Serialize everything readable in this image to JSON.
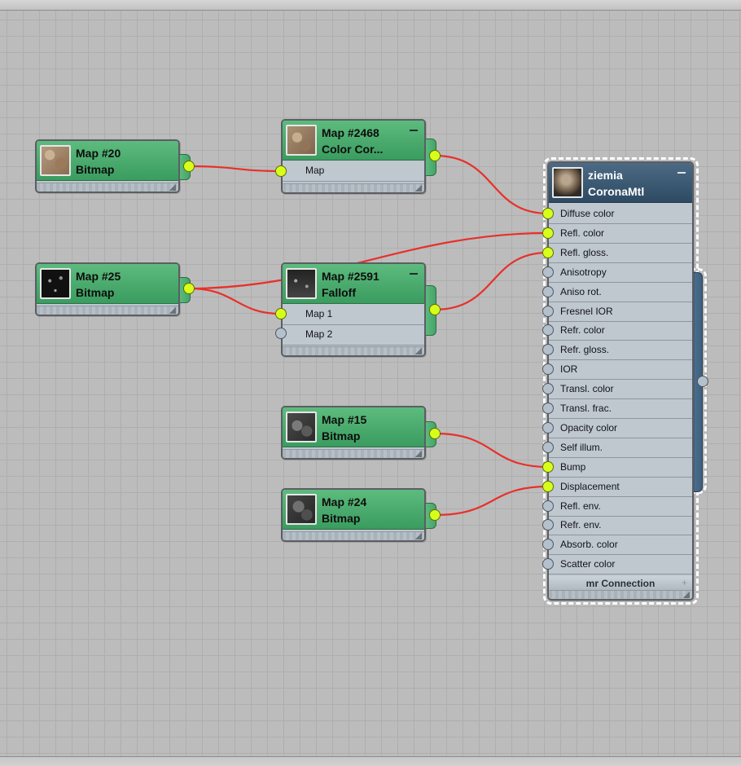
{
  "nodes": {
    "map20": {
      "name": "Map #20",
      "type": "Bitmap"
    },
    "map2468": {
      "name": "Map #2468",
      "type": "Color Cor...",
      "slots": [
        "Map"
      ]
    },
    "map25": {
      "name": "Map #25",
      "type": "Bitmap"
    },
    "map2591": {
      "name": "Map #2591",
      "type": "Falloff",
      "slots": [
        "Map 1",
        "Map 2"
      ]
    },
    "map15": {
      "name": "Map #15",
      "type": "Bitmap"
    },
    "map24": {
      "name": "Map #24",
      "type": "Bitmap"
    }
  },
  "material": {
    "name": "ziemia",
    "type": "CoronaMtl",
    "slots": [
      "Diffuse color",
      "Refl. color",
      "Refl. gloss.",
      "Anisotropy",
      "Aniso rot.",
      "Fresnel IOR",
      "Refr. color",
      "Refr. gloss.",
      "IOR",
      "Transl. color",
      "Transl. frac.",
      "Opacity color",
      "Self illum.",
      "Bump",
      "Displacement",
      "Refl. env.",
      "Refr. env.",
      "Absorb. color",
      "Scatter color"
    ],
    "connected_slots": [
      "Diffuse color",
      "Refl. color",
      "Refl. gloss.",
      "Bump",
      "Displacement"
    ],
    "footer": "mr Connection"
  },
  "colors": {
    "wire": "#e8302a",
    "port_active": "#d8ff1a",
    "node_header_map": "#4aab6d",
    "node_header_material": "#3a5873",
    "selection": "#ffffff"
  }
}
